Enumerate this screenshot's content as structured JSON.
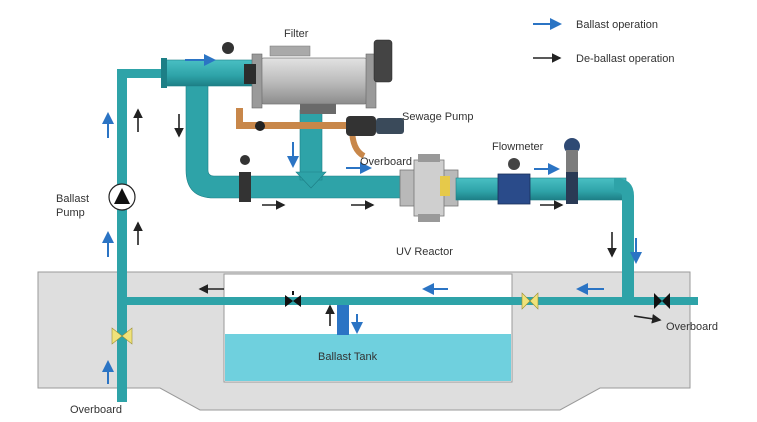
{
  "legend": {
    "ballast_label": "Ballast operation",
    "deballast_label": "De-ballast operation"
  },
  "labels": {
    "filter": "Filter",
    "sewage_pump": "Sewage Pump",
    "overboard_sewage": "Overboard",
    "flowmeter": "Flowmeter",
    "uv_reactor": "UV Reactor",
    "ballast_pump_line1": "Ballast",
    "ballast_pump_line2": "Pump",
    "ballast_tank": "Ballast Tank",
    "overboard_right": "Overboard",
    "overboard_bottom": "Overboard"
  },
  "colors": {
    "pipe": "#2ea3a8",
    "pipe_dark": "#1d7f86",
    "ballast_arrow": "#2b74c4",
    "deballast_arrow": "#222222",
    "tank_water": "#6fd0de",
    "tank_hull": "#dcdcdc",
    "valve_yellow": "#f0e27a",
    "sewage_pipe": "#c8874a"
  }
}
